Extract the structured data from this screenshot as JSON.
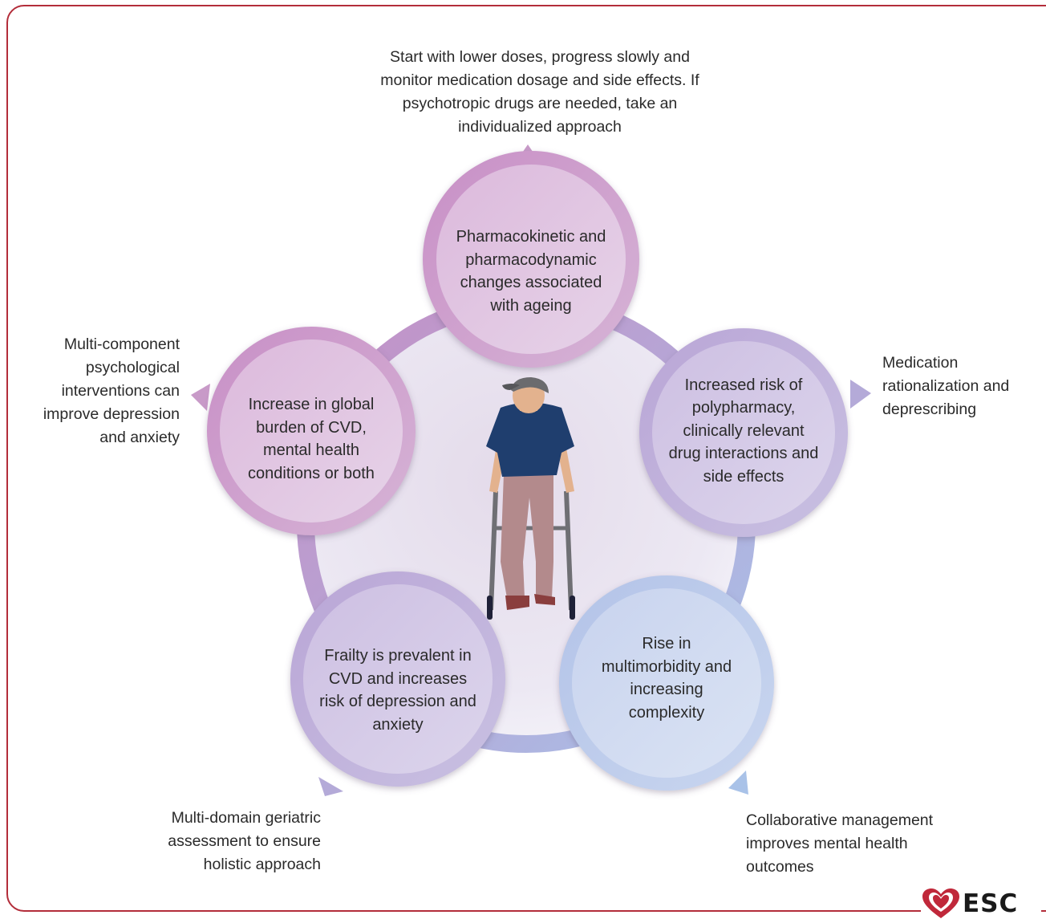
{
  "nodes": {
    "top": "Pharmacokinetic and pharmacodynamic changes associated with ageing",
    "right": "Increased risk of polypharmacy, clinically relevant drug interactions and side effects",
    "bottom_right": "Rise in multimorbidity and increasing complexity",
    "bottom_left": "Frailty is prevalent in CVD and increases risk of depression and anxiety",
    "left": "Increase in global burden of CVD, mental health conditions or both"
  },
  "outer": {
    "top": "Start with lower doses, progress slowly and monitor medication dosage and side effects. If psychotropic drugs are needed, take an individualized approach",
    "right": "Medication rationalization and deprescribing",
    "bottom_right": "Collaborative management improves mental health outcomes",
    "bottom_left": "Multi-domain geriatric assessment to ensure holistic approach",
    "left": "Multi-component psychological interventions can improve depression and anxiety"
  },
  "logo": {
    "text": "ESC"
  },
  "colors": {
    "frame": "#b32d3a",
    "pink": "#c79ac8",
    "lavender": "#b4aad8",
    "blue": "#a9c2e8"
  }
}
